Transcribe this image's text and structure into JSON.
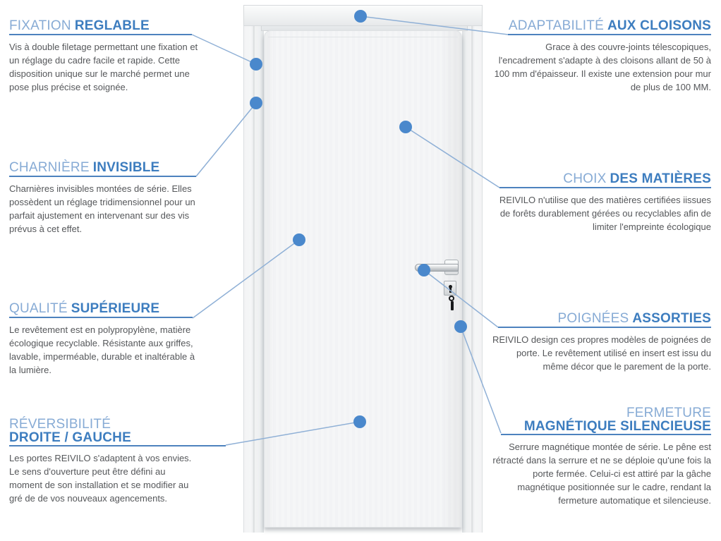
{
  "meta": {
    "description": "REIVILO interior door features infographic",
    "brand": "REIVILO"
  },
  "colors": {
    "heading_light": "#87abd5",
    "heading_bold": "#3d7dbf",
    "underline": "#4d82be",
    "body_text": "#55575a",
    "dot": "#4a88cc",
    "connector_line": "#8fb0d6",
    "background": "#ffffff"
  },
  "callouts": {
    "fixation": {
      "title_light": "FIXATION",
      "title_bold": "REGLABLE",
      "body": "Vis à double filetage permettant une fixation et un réglage du cadre facile et rapide. Cette disposition unique sur le marché permet une pose plus précise et soignée."
    },
    "charniere": {
      "title_light": "CHARNIÈRE",
      "title_bold": "INVISIBLE",
      "body": "Charnières invisibles montées de série. Elles possèdent un réglage tridimensionnel pour un parfait ajustement en intervenant sur des vis prévus à cet effet."
    },
    "qualite": {
      "title_light": "QUALITÉ",
      "title_bold": "SUPÉRIEURE",
      "body": "Le revêtement est en polypropylène, matière écologique recyclable. Résistante aux griffes, lavable, imperméable, durable et inaltérable à la lumière."
    },
    "reversibilite": {
      "title_light": "RÉVERSIBILITÉ",
      "title_bold": "DROITE / GAUCHE",
      "body": "Les portes REIVILO s'adaptent à vos envies. Le sens d'ouverture peut être défini au moment de son installation et se modifier au gré de de vos nouveaux agencements."
    },
    "adaptabilite": {
      "title_light": "ADAPTABILITÉ",
      "title_bold": "AUX CLOISONS",
      "body": "Grace à des couvre-joints télescopiques, l'encadrement s'adapte à des cloisons allant de 50 à 100 mm d'épaisseur. Il existe une extension pour mur de plus de 100 MM."
    },
    "choix": {
      "title_light": "CHOIX",
      "title_bold": "DES MATIÈRES",
      "body": "REIVILO n'utilise que des matières certifiées iissues de forêts durablement gérées ou recyclables afin de limiter l'empreinte écologique"
    },
    "poignees": {
      "title_light": "POIGNÉES",
      "title_bold": "ASSORTIES",
      "body": "REIVILO design ces propres modèles de poignées de porte. Le revêtement utilisé en insert est issu du même décor que le parement de la porte."
    },
    "fermeture": {
      "title_light": "FERMETURE",
      "title_bold": "MAGNÉTIQUE SILENCIEUSE",
      "body": "Serrure magnétique montée de série. Le pêne est rétracté dans la serrure et ne se déploie qu'une fois la porte fermée. Celui-ci est attiré par la gâche magnétique positionnée sur le cadre, rendant la fermeture automatique et silencieuse."
    }
  }
}
